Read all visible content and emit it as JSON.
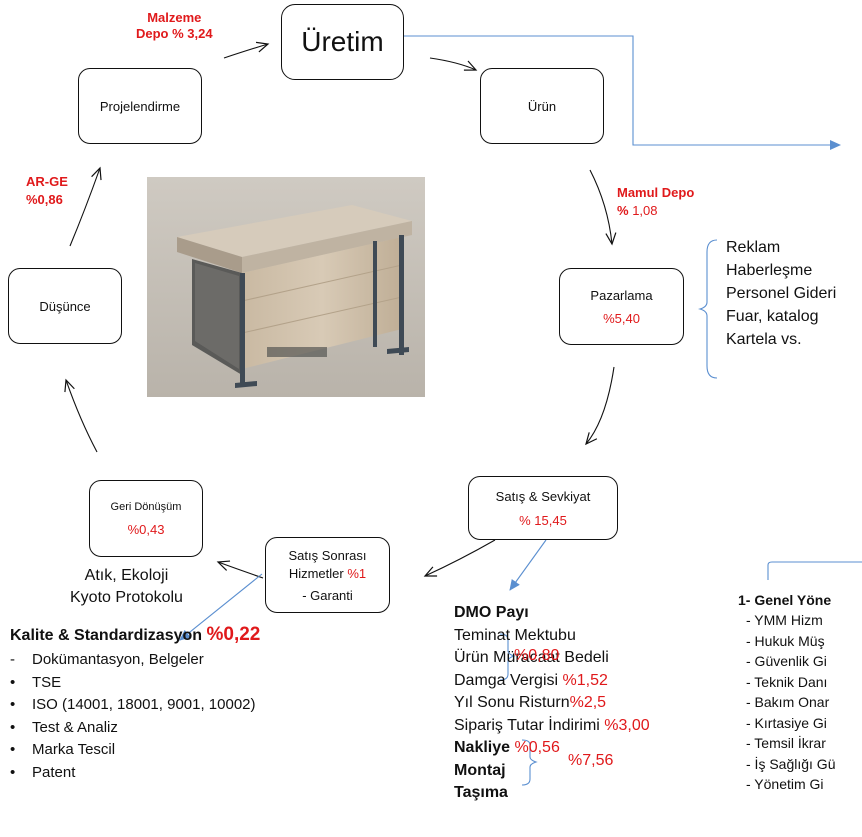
{
  "nodes": {
    "uretim": "Üretim",
    "urun": "Ürün",
    "projelendirme": "Projelendirme",
    "dusunce": "Düşünce",
    "pazarlama": {
      "label": "Pazarlama",
      "pct": "%5,40"
    },
    "satis_sevkiyat": {
      "label": "Satış & Sevkiyat",
      "pct": "% 15,45"
    },
    "satis_sonrasi": {
      "line1": "Satış Sonrası",
      "line2": "Hizmetler",
      "pct": "%1",
      "line3": "- Garanti"
    },
    "geri_donusum": {
      "label": "Geri Dönüşüm",
      "pct": "%0,43"
    }
  },
  "annotations": {
    "malzeme_depo": {
      "line1": "Malzeme",
      "line2": "Depo % 3,24"
    },
    "arge": {
      "line1": "AR-GE",
      "line2": "%0,86"
    },
    "mamul_depo": {
      "line1": "Mamul Depo",
      "prefix": "%",
      "value": "1,08"
    },
    "atik": {
      "line1": "Atık, Ekoloji",
      "line2": "Kyoto Protokolu"
    }
  },
  "pazarlama_items": [
    "Reklam",
    "Haberleşme",
    "Personel Gideri",
    "Fuar, katalog",
    "Kartela vs."
  ],
  "kalite": {
    "title": "Kalite & Standardizasyon",
    "pct": "%0,22",
    "items": [
      {
        "bullet": "-",
        "text": "Dokümantasyon, Belgeler"
      },
      {
        "bullet": "•",
        "text": "TSE"
      },
      {
        "bullet": "•",
        "text": "ISO (14001, 18001, 9001, 10002)"
      },
      {
        "bullet": "•",
        "text": "Test & Analiz"
      },
      {
        "bullet": "•",
        "text": "Marka Tescil"
      },
      {
        "bullet": "•",
        "text": "Patent"
      }
    ]
  },
  "dmo": {
    "title": "DMO Payı",
    "teminat": "Teminat Mektubu",
    "urun_muracaat": "Ürün Müracaat Bedeli",
    "brace_pct": "%0,80",
    "damga": {
      "text": "Damga Vergisi ",
      "pct": "%1,52"
    },
    "risturn": {
      "text": "Yıl Sonu Risturn",
      "pct": "%2,5"
    },
    "siparis": {
      "text": "Sipariş Tutar İndirimi ",
      "pct": "%3,00"
    },
    "nakliye": {
      "text": "Nakliye ",
      "pct": "%0,56"
    },
    "montaj": "Montaj",
    "tasima": "Taşıma",
    "montaj_pct": "%7,56"
  },
  "genel": {
    "title": "1- Genel Yöne",
    "items": [
      "- YMM Hizm",
      "- Hukuk Müş",
      "- Güvenlik Gi",
      "- Teknik Danı",
      "- Bakım Onar",
      "- Kırtasiye Gi",
      "- Temsil İkrar",
      "- İş Sağlığı Gü",
      "- Yönetim Gi"
    ]
  }
}
